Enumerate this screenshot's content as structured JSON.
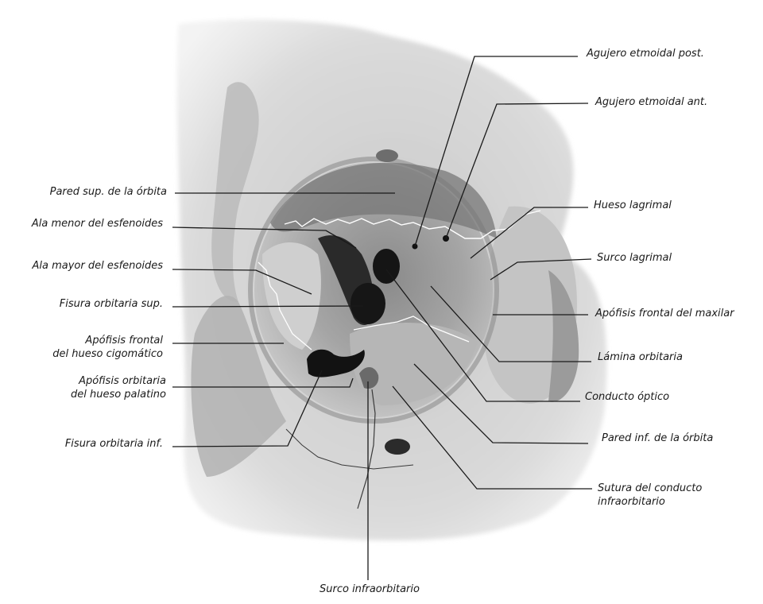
{
  "labels_left": [
    {
      "key": "pared_sup",
      "lines": [
        "Pared sup. de la órbita"
      ]
    },
    {
      "key": "ala_menor",
      "lines": [
        "Ala menor del esfenoides"
      ]
    },
    {
      "key": "ala_mayor",
      "lines": [
        "Ala mayor del esfenoides"
      ]
    },
    {
      "key": "fisura_sup",
      "lines": [
        "Fisura orbitaria sup."
      ]
    },
    {
      "key": "apofisis_frontal_cigomatico",
      "lines": [
        "Apófisis frontal",
        "del hueso cigomático"
      ]
    },
    {
      "key": "apofisis_orbitaria_palatino",
      "lines": [
        "Apófisis orbitaria",
        "del hueso palatino"
      ]
    },
    {
      "key": "fisura_inf",
      "lines": [
        "Fisura orbitaria inf."
      ]
    }
  ],
  "labels_right": [
    {
      "key": "etmoidal_post",
      "lines": [
        "Agujero etmoidal post."
      ]
    },
    {
      "key": "etmoidal_ant",
      "lines": [
        "Agujero etmoidal ant."
      ]
    },
    {
      "key": "lagrimal",
      "lines": [
        "Hueso lagrimal"
      ]
    },
    {
      "key": "surco_lagrimal",
      "lines": [
        "Surco lagrimal"
      ]
    },
    {
      "key": "apofisis_frontal_maxilar",
      "lines": [
        "Apófisis frontal del maxilar"
      ]
    },
    {
      "key": "lamina_orbitaria",
      "lines": [
        "Lámina orbitaria"
      ]
    },
    {
      "key": "conducto_optico",
      "lines": [
        "Conducto óptico"
      ]
    },
    {
      "key": "pared_inf",
      "lines": [
        "Pared inf. de la órbita"
      ]
    },
    {
      "key": "sutura_conducto",
      "lines": [
        "Sutura del conducto",
        "infraorbitario"
      ]
    }
  ],
  "labels_bottom": [
    {
      "key": "surco_infraorbitario",
      "lines": [
        "Surco infraorbitario"
      ]
    }
  ],
  "colors": {
    "background": "#ffffff",
    "text": "#1a1a1a",
    "leader": "#1a1a1a",
    "bone_light": "#dcdcdc",
    "bone_mid": "#a9a9a9",
    "bone_dark": "#6e6e6e",
    "foramen": "#151515"
  }
}
